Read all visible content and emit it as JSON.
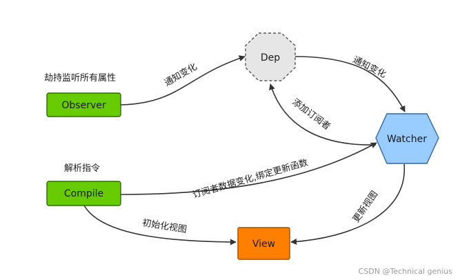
{
  "nodes": {
    "observer": {
      "label": "Observer",
      "fill": "#66cc00"
    },
    "compile": {
      "label": "Compile",
      "fill": "#66cc00"
    },
    "dep": {
      "label": "Dep",
      "fill": "#e6e6e6"
    },
    "watcher": {
      "label": "Watcher",
      "fill": "#99ccff"
    },
    "view": {
      "label": "View",
      "fill": "#ff8000"
    }
  },
  "labels": {
    "observer_caption": "劫持监听所有属性",
    "compile_caption": "解析指令",
    "observer_to_dep": "通知变化",
    "dep_to_watcher": "通知变化",
    "watcher_to_dep": "添加订阅者",
    "compile_to_watcher": "订阅者数据变化,绑定更新函数",
    "compile_to_view": "初始化视图",
    "watcher_to_view": "更新视图"
  },
  "watermark": "CSDN @Technical genius",
  "colors": {
    "line": "#333333"
  }
}
